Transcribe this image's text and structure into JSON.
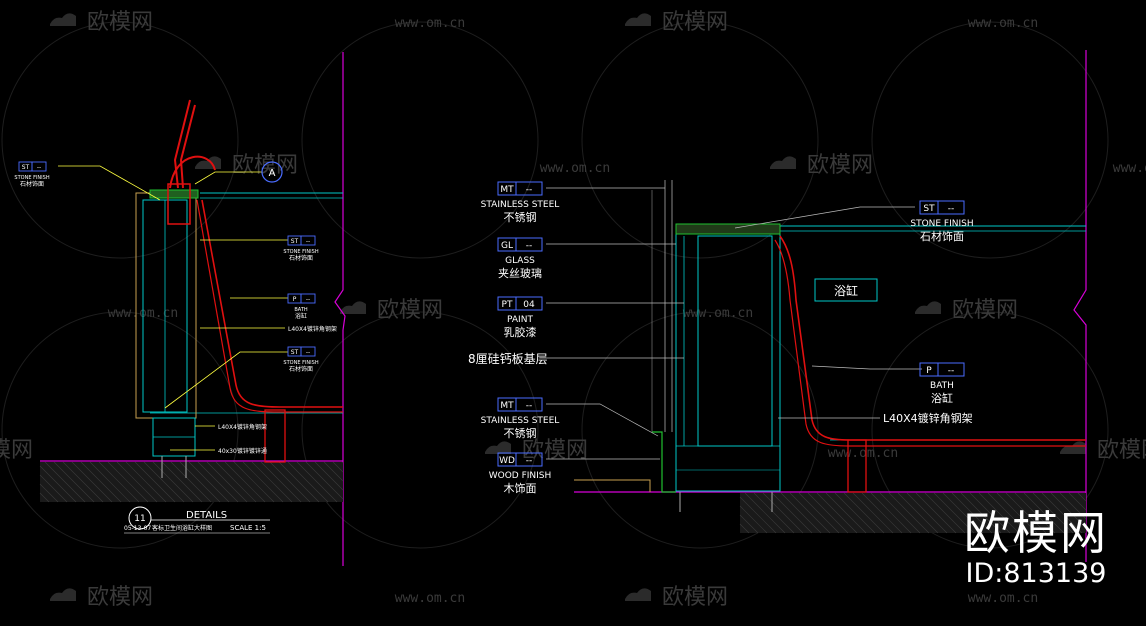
{
  "colors": {
    "background": "#000000",
    "wall": "#d800d8",
    "pipe": "#e01010",
    "callout_line": "#ffff40",
    "tag_box": "#4a6cff",
    "green": "#20c030",
    "cyan": "#00c8c8",
    "text": "#ffffff",
    "watermark": "#6b6b6b"
  },
  "watermark": {
    "brand": "欧模网",
    "url": "www.om.cn"
  },
  "brand": {
    "name": "欧模网",
    "id": "ID:813139"
  },
  "left_detail": {
    "circle_ref": "A",
    "tags": [
      {
        "code": "ST",
        "value": "--",
        "label_en": "STONE FINISH",
        "label_cn": "石材饰面"
      },
      {
        "code": "ST",
        "value": "--",
        "label_en": "STONE FINISH",
        "label_cn": "石材饰面"
      },
      {
        "code": "P",
        "value": "--",
        "label_en": "BATH",
        "label_cn": "浴缸"
      },
      {
        "code": "ST",
        "value": "--",
        "label_en": "STONE FINISH",
        "label_cn": "石材饰面"
      }
    ],
    "notes": [
      "L40X4镀锌角钢架",
      "L40X4镀锌角钢架",
      "40x30镀锌镀锌通"
    ],
    "title_block": {
      "number": "11",
      "sheet": "05-13-07",
      "title": "DETAILS",
      "subtitle": "客标卫生间浴缸大样图",
      "scale": "SCALE 1:5"
    }
  },
  "right_detail": {
    "left_tags": [
      {
        "code": "MT",
        "value": "--",
        "label_en": "STAINLESS STEEL",
        "label_cn": "不锈钢"
      },
      {
        "code": "GL",
        "value": "--",
        "label_en": "GLASS",
        "label_cn": "夹丝玻璃"
      },
      {
        "code": "PT",
        "value": "04",
        "label_en": "PAINT",
        "label_cn": "乳胶漆"
      },
      {
        "code": "MT",
        "value": "--",
        "label_en": "STAINLESS STEEL",
        "label_cn": "不锈钢"
      },
      {
        "code": "WD",
        "value": "--",
        "label_en": "WOOD FINISH",
        "label_cn": "木饰面"
      }
    ],
    "board_note": "8厘硅钙板基层",
    "right_tags": [
      {
        "code": "ST",
        "value": "--",
        "label_en": "STONE FINISH",
        "label_cn": "石材饰面"
      },
      {
        "code": "P",
        "value": "--",
        "label_en": "BATH",
        "label_cn": "浴缸"
      }
    ],
    "bath_label": "浴缸",
    "frame_note": "L40X4镀锌角钢架"
  }
}
